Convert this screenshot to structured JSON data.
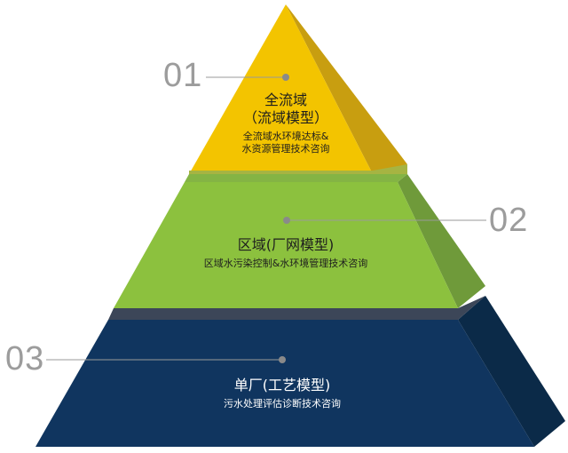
{
  "tiers": [
    {
      "number": "01",
      "title": "全流域",
      "title2": "（流域模型）",
      "subtitle": "全流域水环境达标&",
      "subtitle2": "水资源管理技术咨询",
      "face_color": "#f3c400",
      "side_color": "#c89e10"
    },
    {
      "number": "02",
      "title": "区域(厂网模型)",
      "subtitle": "区域水污染控制&水环境管理技术咨询",
      "face_color": "#8cc13e",
      "side_color": "#6f9a3a"
    },
    {
      "number": "03",
      "title": "单厂(工艺模型)",
      "subtitle": "污水处理评估诊断技术咨询",
      "face_color": "#10355f",
      "side_color": "#0b2a48"
    }
  ]
}
